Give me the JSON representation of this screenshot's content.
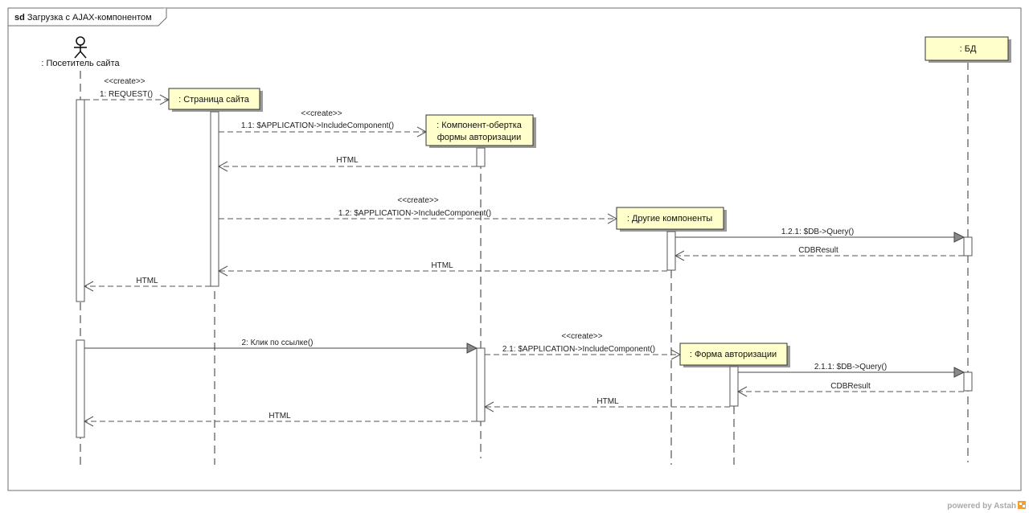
{
  "frame": {
    "keyword": "sd",
    "title": "Загрузка с AJAX-компонентом"
  },
  "participants": {
    "visitor": ": Посетитель сайта",
    "page": ": Страница сайта",
    "wrapper_line1": ": Компонент-обертка",
    "wrapper_line2": "формы авторизации",
    "others": ": Другие компоненты",
    "authform": ": Форма авторизации",
    "db": ": БД"
  },
  "messages": {
    "m1_stereo": "<<create>>",
    "m1": "1: REQUEST()",
    "m11_stereo": "<<create>>",
    "m11": "1.1: $APPLICATION->IncludeComponent()",
    "m11_ret": "HTML",
    "m12_stereo": "<<create>>",
    "m12": "1.2: $APPLICATION->IncludeComponent()",
    "m121": "1.2.1: $DB->Query()",
    "m121_ret": "CDBResult",
    "m12_ret": "HTML",
    "m1_ret": "HTML",
    "m2": "2: Клик по ссылке()",
    "m21_stereo": "<<create>>",
    "m21": "2.1: $APPLICATION->IncludeComponent()",
    "m211": "2.1.1: $DB->Query()",
    "m211_ret": "CDBResult",
    "m21_ret": "HTML",
    "m2_ret": "HTML"
  },
  "footer": {
    "text": "powered by Astah"
  },
  "colors": {
    "object_fill": "#ffffcc",
    "logo": "#f0a030"
  }
}
